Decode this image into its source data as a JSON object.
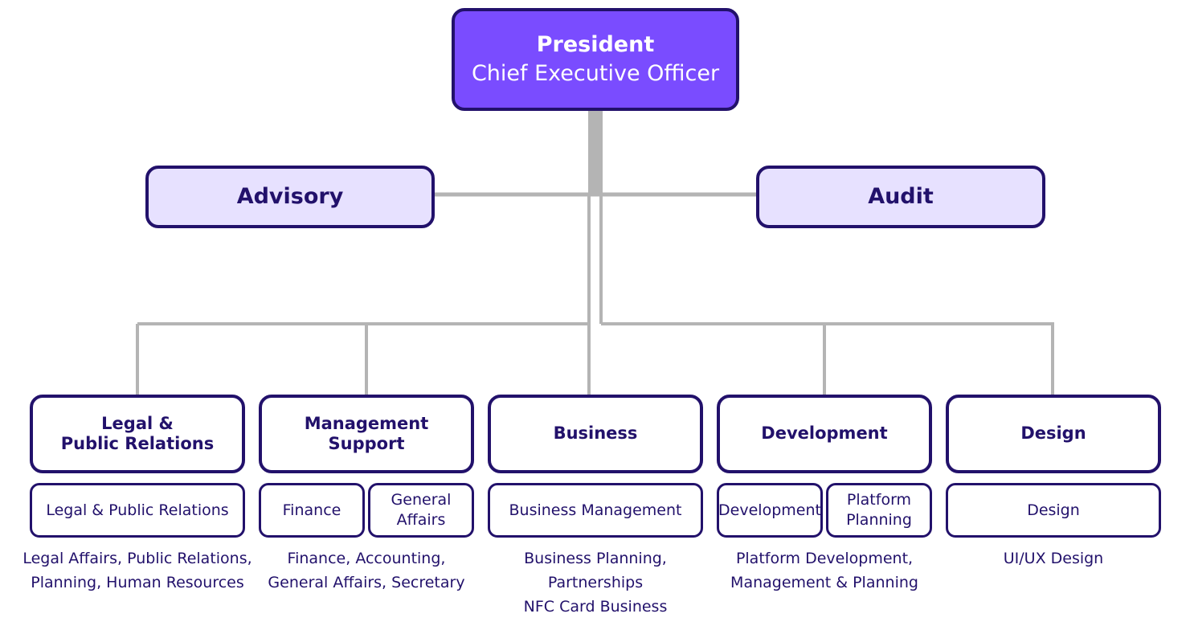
{
  "president": {
    "title": "President",
    "subtitle": "Chief Executive Officer"
  },
  "advisory": {
    "label": "Advisory"
  },
  "audit": {
    "label": "Audit"
  },
  "departments": [
    {
      "name_lines": [
        "Legal &",
        "Public Relations"
      ],
      "units": [
        {
          "lines": [
            "Legal & Public Relations"
          ]
        }
      ],
      "description": [
        "Legal Affairs, Public Relations,",
        "Planning, Human Resources"
      ]
    },
    {
      "name_lines": [
        "Management",
        "Support"
      ],
      "units": [
        {
          "lines": [
            "Finance"
          ]
        },
        {
          "lines": [
            "General",
            "Affairs"
          ]
        }
      ],
      "description": [
        "Finance, Accounting,",
        "General Affairs, Secretary"
      ]
    },
    {
      "name_lines": [
        "Business"
      ],
      "units": [
        {
          "lines": [
            "Business Management"
          ]
        }
      ],
      "description": [
        "Business Planning, Partnerships",
        "NFC Card Business"
      ]
    },
    {
      "name_lines": [
        "Development"
      ],
      "units": [
        {
          "lines": [
            "Development"
          ]
        },
        {
          "lines": [
            "Platform",
            "Planning"
          ]
        }
      ],
      "description": [
        "Platform Development,",
        "Management & Planning"
      ]
    },
    {
      "name_lines": [
        "Design"
      ],
      "units": [
        {
          "lines": [
            "Design"
          ]
        }
      ],
      "description": [
        "UI/UX Design"
      ]
    }
  ],
  "colors": {
    "accent": "#7a4cff",
    "border": "#22116b",
    "side_fill": "#e7e1ff",
    "connector": "#b4b4b4"
  }
}
